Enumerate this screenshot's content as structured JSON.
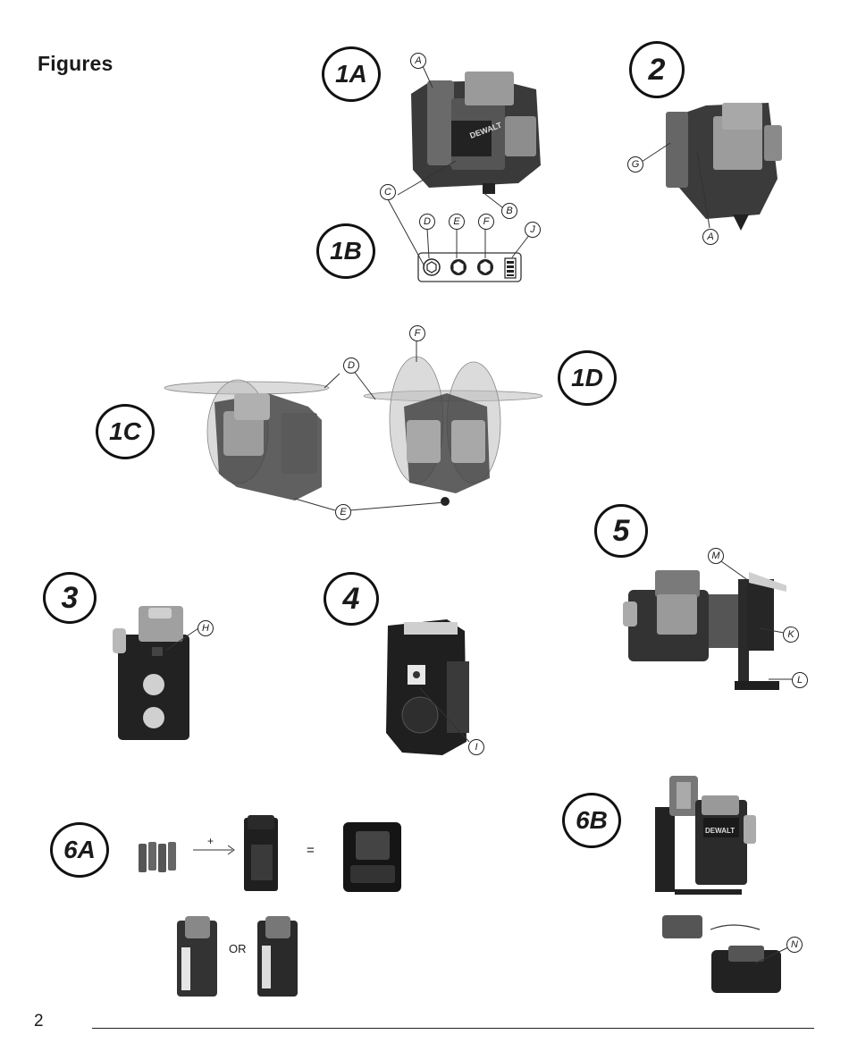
{
  "page": {
    "heading": "Figures",
    "page_number": "2"
  },
  "figures": {
    "f1a": "1A",
    "f1b": "1B",
    "f1c": "1C",
    "f1d": "1D",
    "f2": "2",
    "f3": "3",
    "f4": "4",
    "f5": "5",
    "f6a": "6A",
    "f6b": "6B"
  },
  "callouts": {
    "a": "A",
    "b": "B",
    "c": "C",
    "d": "D",
    "e": "E",
    "f": "F",
    "g": "G",
    "h": "H",
    "i": "I",
    "j": "J",
    "k": "K",
    "l": "L",
    "m": "M",
    "n": "N"
  },
  "fig6a": {
    "plus": "+",
    "equals": "=",
    "or": "OR"
  },
  "brand_text": "DEWALT"
}
